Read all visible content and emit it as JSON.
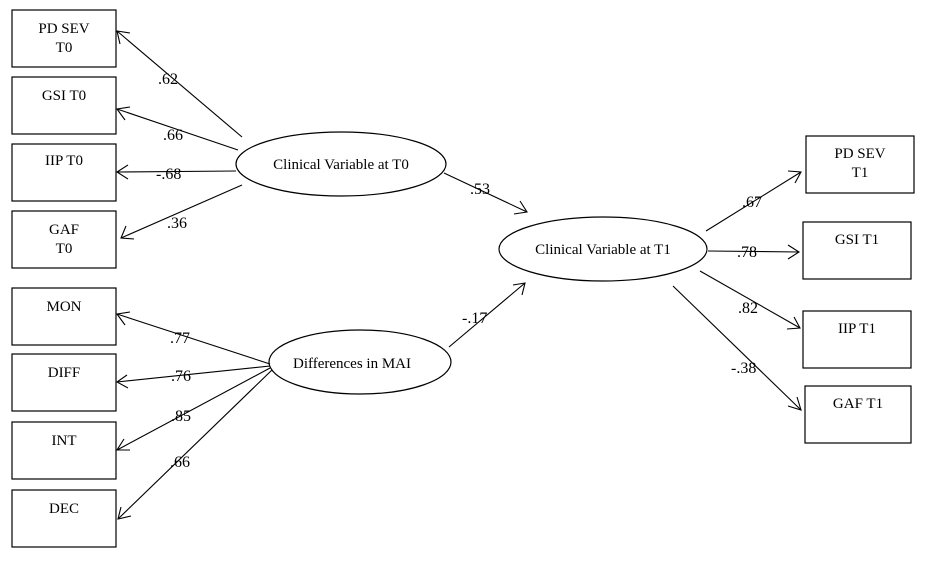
{
  "diagram": {
    "indicators_t0": [
      {
        "id": "pd-sev-t0",
        "lines": [
          "PD SEV",
          "T0"
        ]
      },
      {
        "id": "gsi-t0",
        "lines": [
          "GSI T0"
        ]
      },
      {
        "id": "iip-t0",
        "lines": [
          "IIP T0"
        ]
      },
      {
        "id": "gaf-t0",
        "lines": [
          "GAF",
          "T0"
        ]
      }
    ],
    "indicators_mai": [
      {
        "id": "mon",
        "lines": [
          "MON"
        ]
      },
      {
        "id": "diff",
        "lines": [
          "DIFF"
        ]
      },
      {
        "id": "int",
        "lines": [
          "INT"
        ]
      },
      {
        "id": "dec",
        "lines": [
          "DEC"
        ]
      }
    ],
    "indicators_t1": [
      {
        "id": "pd-sev-t1",
        "lines": [
          "PD SEV",
          "T1"
        ]
      },
      {
        "id": "gsi-t1",
        "lines": [
          "GSI T1"
        ]
      },
      {
        "id": "iip-t1",
        "lines": [
          "IIP T1"
        ]
      },
      {
        "id": "gaf-t1",
        "lines": [
          "GAF T1"
        ]
      }
    ],
    "latents": {
      "t0": "Clinical Variable at T0",
      "mai": "Differences in MAI",
      "t1": "Clinical Variable at T1"
    },
    "loadings_t0": [
      ".62",
      ".66",
      "-.68",
      ".36"
    ],
    "loadings_mai": [
      ".77",
      ".76",
      ".85",
      ".66"
    ],
    "loadings_t1": [
      ".67",
      ".78",
      ".82",
      "-.38"
    ],
    "structural": {
      "t0_to_t1": ".53",
      "mai_to_t1": "-.17"
    },
    "colors": {
      "stroke": "#000000",
      "background": "#ffffff"
    }
  }
}
